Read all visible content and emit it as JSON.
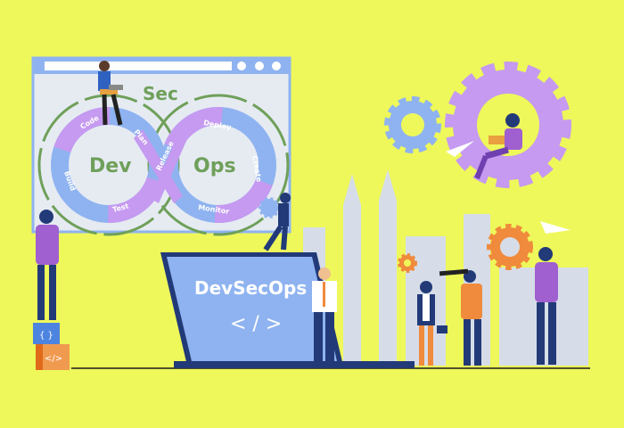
{
  "illustration": {
    "window": {
      "sec_label": "Sec",
      "dev_label": "Dev",
      "ops_label": "Ops"
    },
    "stages": {
      "code": "Code",
      "plan": "Plan",
      "release": "Release",
      "deploy": "Deploy",
      "create": "Create",
      "monitor": "Monitor",
      "test": "Test",
      "build": "Build"
    },
    "laptop": {
      "title": "DevSecOps",
      "code_symbol": "< / >"
    },
    "blocks": {
      "braces": "{ }",
      "tag": "</>"
    }
  },
  "colors": {
    "background": "#eef85a",
    "blue": "#8fb3f0",
    "purple": "#c59af0",
    "green": "#6fa05a",
    "navy": "#223a78",
    "orange": "#f08a3c"
  }
}
